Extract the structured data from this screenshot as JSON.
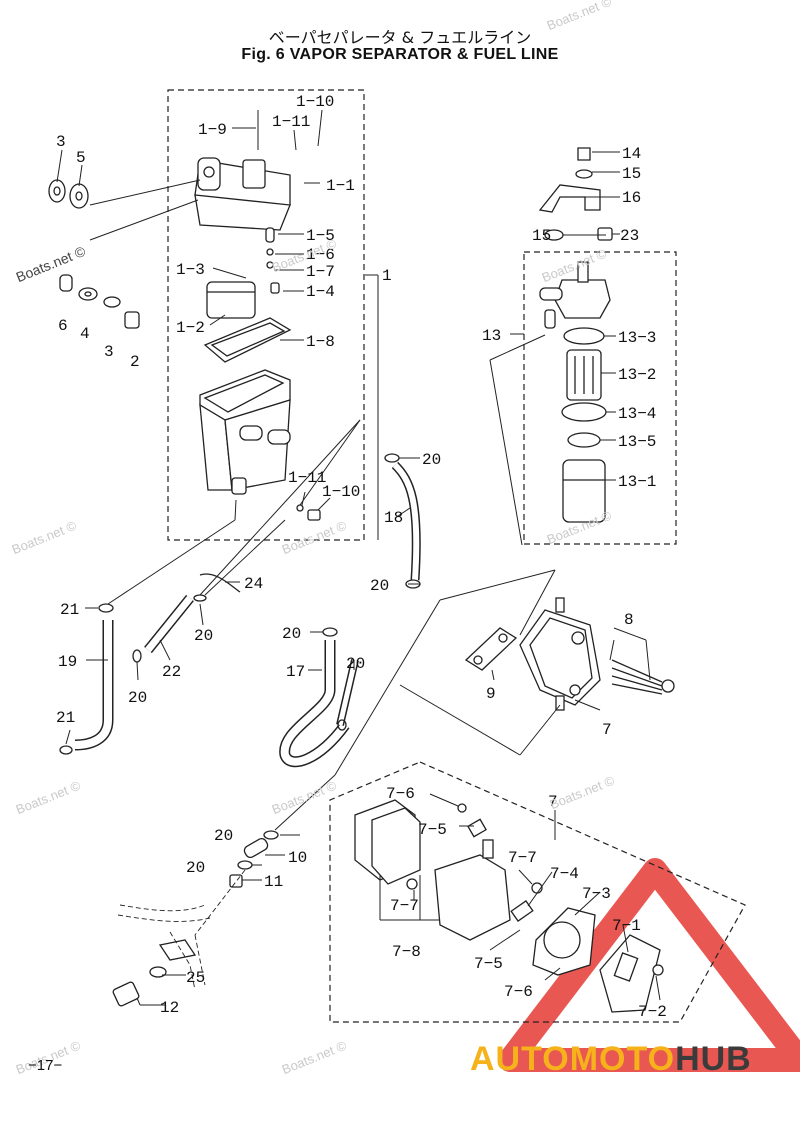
{
  "title": {
    "jp": "ベーパセパレータ & フュエルライン",
    "en": "Fig. 6    VAPOR SEPARATOR & FUEL LINE"
  },
  "page_number": "−17−",
  "watermark": "Boats.net ©",
  "logo": {
    "part1": "AUTOMOTO",
    "part2": "HUB",
    "accent": "#f6b21a",
    "dark": "#3b3b3b",
    "triangle": "#e53935"
  },
  "labels": {
    "l3a": "3",
    "l5": "5",
    "l6": "6",
    "l4": "4",
    "l3b": "3",
    "l2": "2",
    "l1_9": "1−9",
    "l1_11a": "1−11",
    "l1_10a": "1−10",
    "l1_1": "1−1",
    "l1_5": "1−5",
    "l1_6": "1−6",
    "l1_3": "1−3",
    "l1_7": "1−7",
    "l1_4": "1−4",
    "l1_2": "1−2",
    "l1_8": "1−8",
    "l1": "1",
    "l1_11b": "1−11",
    "l1_10b": "1−10",
    "l14": "14",
    "l15a": "15",
    "l16": "16",
    "l15b": "15",
    "l23": "23",
    "l13": "13",
    "l13_3": "13−3",
    "l13_2": "13−2",
    "l13_4": "13−4",
    "l13_5": "13−5",
    "l13_1": "13−1",
    "l20a": "20",
    "l18": "18",
    "l20b": "20",
    "l24": "24",
    "l21a": "21",
    "l20c": "20",
    "l20d": "20",
    "l19": "19",
    "l22": "22",
    "l20e": "20",
    "l17": "17",
    "l20f": "20",
    "l21b": "21",
    "l8": "8",
    "l9": "9",
    "l7a": "7",
    "l7b": "7",
    "l7_6a": "7−6",
    "l7_5a": "7−5",
    "l7_7a": "7−7",
    "l7_4": "7−4",
    "l7_3": "7−3",
    "l7_7b": "7−7",
    "l7_8": "7−8",
    "l7_5b": "7−5",
    "l7_1": "7−1",
    "l7_6b": "7−6",
    "l7_2": "7−2",
    "l20g": "20",
    "l10": "10",
    "l20h": "20",
    "l11": "11",
    "l25": "25",
    "l12": "12"
  }
}
